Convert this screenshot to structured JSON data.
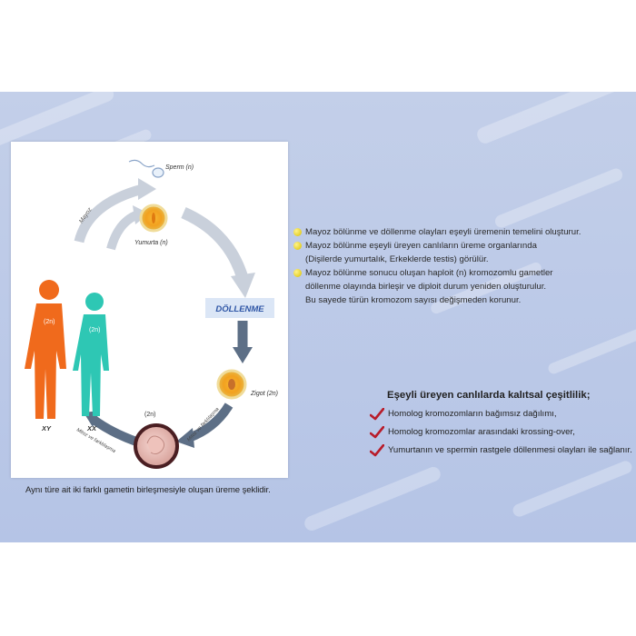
{
  "diagram": {
    "sperm_label": "Sperm (n)",
    "egg_label": "Yumurta (n)",
    "mayoz_label": "Mayoz",
    "dollenme_label": "DÖLLENME",
    "zigot_label": "Zigot (2n)",
    "embryo_label": "(2n)",
    "male_label": "(2n)",
    "female_label": "(2n)",
    "xy_label": "XY",
    "xx_label": "XX",
    "mitoz_right_label": "Mitoz ve farklılaşma",
    "mitoz_left_label": "Mitoz ve farklılaşma",
    "colors": {
      "male": "#f06a1c",
      "female": "#2ec7b4",
      "arrow": "#5d6f86",
      "dollenme": "#2f56a6"
    }
  },
  "caption": "Aynı türe ait iki farklı gametin birleşmesiyle oluşan üreme şeklidir.",
  "bullets": [
    {
      "line": "Mayoz bölünme ve döllenme olayları eşeyli üremenin temelini oluşturur.",
      "cont": []
    },
    {
      "line": "Mayoz bölünme eşeyli üreyen canlıların üreme organlarında",
      "cont": [
        "(Dişilerde yumurtalık, Erkeklerde testis) görülür."
      ]
    },
    {
      "line": "Mayoz bölünme sonucu oluşan haploit (n) kromozomlu gametler",
      "cont": [
        "döllenme olayında birleşir ve diploit durum yeniden oluşturulur.",
        "Bu sayede türün kromozom sayısı değişmeden korunur."
      ]
    }
  ],
  "variation": {
    "title": "Eşeyli üreyen canlılarda kalıtsal çeşitlilik;",
    "items": [
      "Homolog kromozomların bağımsız dağılımı,",
      "Homolog kromozomlar arasındaki krossing-over,",
      "Yumurtanın ve spermin rastgele döllenmesi olayları ile sağlanır."
    ]
  }
}
